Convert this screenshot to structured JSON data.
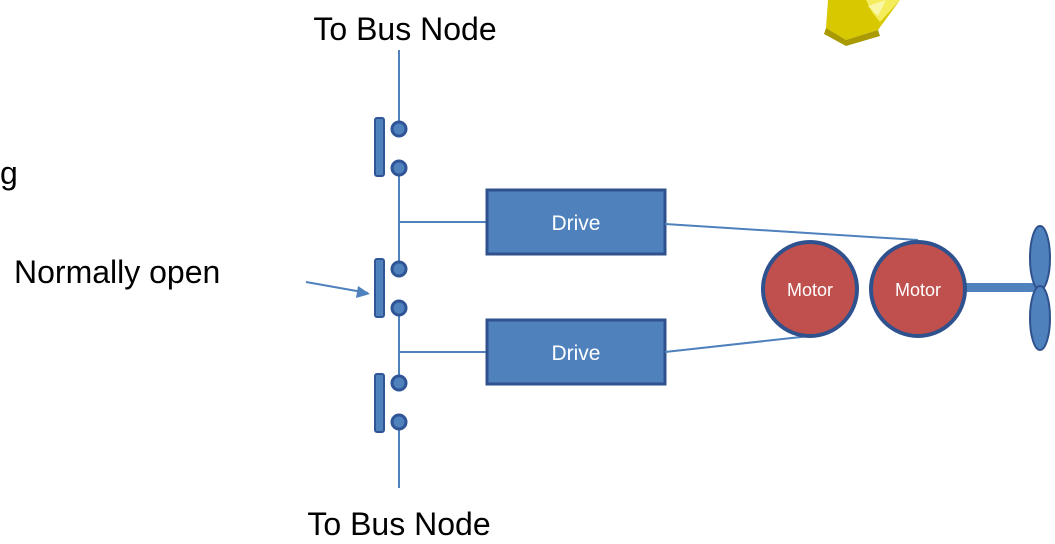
{
  "labels": {
    "bus_top": "To Bus Node",
    "bus_bottom": "To Bus Node",
    "normally_open": "Normally open",
    "partial_word": "g"
  },
  "drives": [
    {
      "label": "Drive"
    },
    {
      "label": "Drive"
    }
  ],
  "motors": [
    {
      "label": "Motor"
    },
    {
      "label": "Motor"
    }
  ],
  "colors": {
    "wire": "#4f81bd",
    "box_fill": "#4f81bd",
    "box_border": "#2f528f",
    "motor_fill": "#c0504d",
    "decoration_yellow": "#e6d600"
  }
}
